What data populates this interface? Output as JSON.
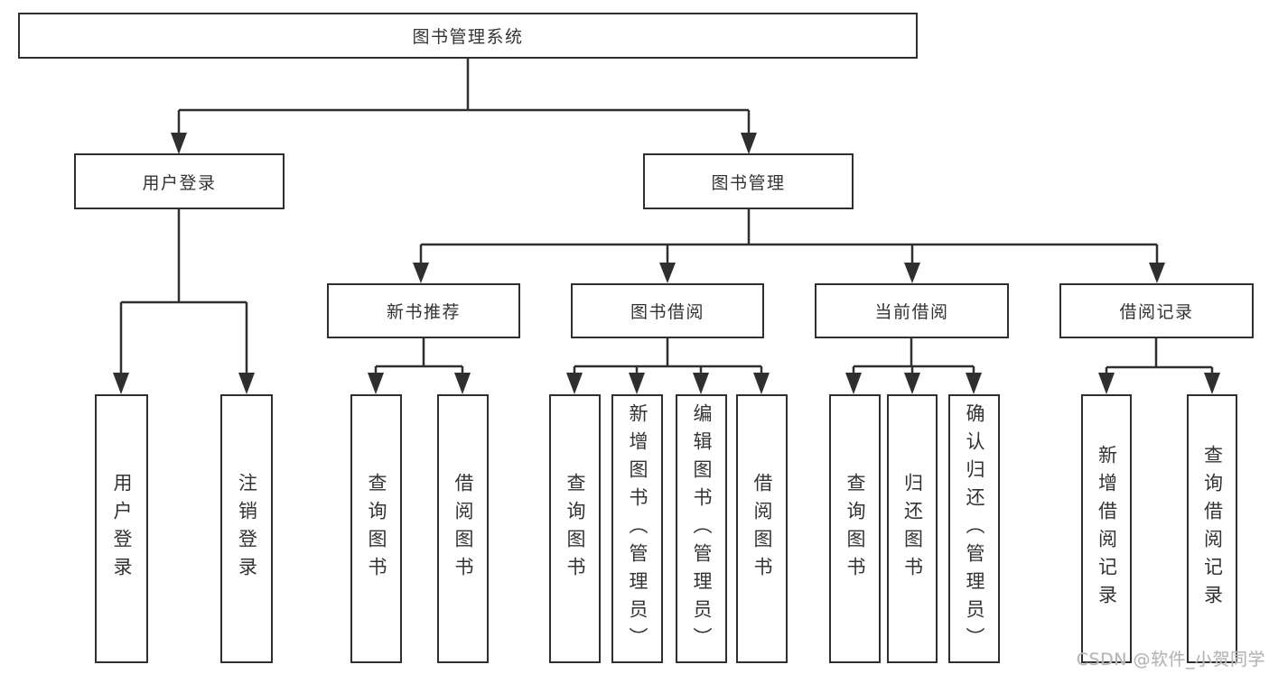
{
  "nodes": {
    "root": {
      "label": "图书管理系统"
    },
    "user_login": {
      "label": "用户登录"
    },
    "book_management": {
      "label": "图书管理"
    },
    "new_book_recommend": {
      "label": "新书推荐"
    },
    "book_borrowing": {
      "label": "图书借阅"
    },
    "current_borrowing": {
      "label": "当前借阅"
    },
    "borrowing_records": {
      "label": "借阅记录"
    }
  },
  "leaves": {
    "user_login": {
      "label": "用户登录"
    },
    "logout": {
      "label": "注销登录"
    },
    "recommend_query_books": {
      "label": "查询图书"
    },
    "recommend_borrow_books": {
      "label": "借阅图书"
    },
    "borrowing_query_books": {
      "label": "查询图书"
    },
    "borrowing_add_books": {
      "label": "新增图书（管理员）"
    },
    "borrowing_edit_books": {
      "label": "编辑图书（管理员）"
    },
    "borrowing_borrow_books": {
      "label": "借阅图书"
    },
    "current_query_books": {
      "label": "查询图书"
    },
    "current_return_books": {
      "label": "归还图书"
    },
    "current_confirm_return": {
      "label": "确认归还（管理员）"
    },
    "records_add_record": {
      "label": "新增借阅记录"
    },
    "records_query_record": {
      "label": "查询借阅记录"
    }
  },
  "watermark": "CSDN @软件_小贺同学",
  "colors": {
    "line": "#2f2f2f",
    "text": "#333333",
    "box_background": "#ffffff",
    "watermark": "#b5b5b5"
  }
}
